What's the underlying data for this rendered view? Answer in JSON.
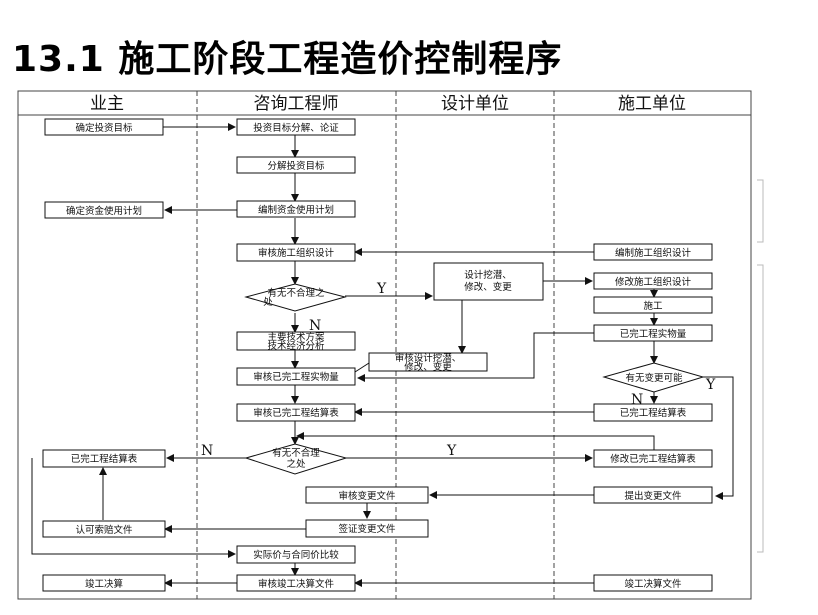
{
  "title": "13.1  施工阶段工程造价控制程序",
  "lanes": [
    "业主",
    "咨询工程师",
    "设计单位",
    "施工单位"
  ],
  "boxes": {
    "owner_target": "确定投资目标",
    "c_analyze": "投资目标分解、论证",
    "c_split": "分解投资目标",
    "c_plan": "编制资金使用计划",
    "owner_fund_plan": "确定资金使用计划",
    "c_review_org": "审核施工组织设计",
    "k_org": "编制施工组织设计",
    "c_diamond1": [
      "有无不合理之",
      "处"
    ],
    "d_change": [
      "设计挖潜、",
      "修改、变更"
    ],
    "k_modify": "修改施工组织设计",
    "k_build": "施工",
    "c_scheme": [
      "主要技术方案",
      "技术经济分析"
    ],
    "c_review_design": [
      "审核设计挖潜、",
      "修改、变更"
    ],
    "k_done_qty": "已完工程实物量",
    "c_review_qty": "审核已完工程实物量",
    "k_diamond": "有无变更可能",
    "c_review_settle": "审核已完工程结算表",
    "k_settle": "已完工程结算表",
    "c_diamond2": [
      "有无不合理",
      "之处"
    ],
    "owner_settle": "已完工程结算表",
    "k_modify_settle": "修改已完工程结算表",
    "c_review_change": "审核变更文件",
    "k_change": "提出变更文件",
    "c_sign": "签证变更文件",
    "owner_claim": "认可索赔文件",
    "c_compare": "实际价与合同价比较",
    "owner_final": "竣工决算",
    "c_final": "审核竣工决算文件",
    "k_final": "竣工决算文件"
  },
  "labels": {
    "y1": "Y",
    "n1": "N",
    "y2": "Y",
    "n2": "N",
    "y3": "Y",
    "n3": "N"
  }
}
